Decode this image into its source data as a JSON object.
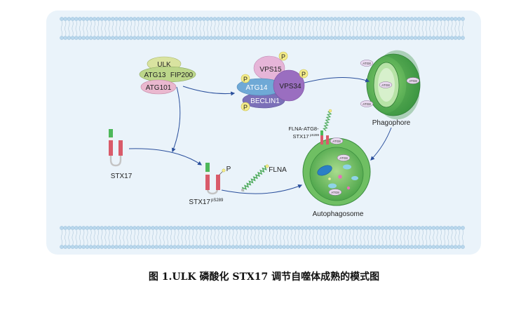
{
  "diagram": {
    "ulk_complex": {
      "ulk": "ULK",
      "atg13": "ATG13",
      "fip200": "FIP200",
      "atg101": "ATG101"
    },
    "vps_complex": {
      "vps15": "VPS15",
      "atg14": "ATG14",
      "vps34": "VPS34",
      "beclin1": "BECLIN1",
      "phospho": "P"
    },
    "phagophore": {
      "label": "Phagophore",
      "atg8": "ATG8"
    },
    "autophagosome": {
      "label": "Autophagosome",
      "atg8": "ATG8"
    },
    "stx17": {
      "label": "STX17"
    },
    "stx17_phospho": {
      "label": "STX17",
      "superscript": "pS289",
      "phospho": "P"
    },
    "flna": {
      "label": "FLNA"
    },
    "flna_complex": {
      "line1": "FLNA-ATG8-",
      "line2": "STX17",
      "superscript": "pS289"
    }
  },
  "caption": "图 1.ULK 磷酸化 STX17 调节自噬体成熟的模式图",
  "colors": {
    "panel": "#eaf3fa",
    "membrane_head": "#b9d7ec",
    "ulk": "#d9e3a0",
    "atg13_fip200": "#bcd68a",
    "atg101": "#eab8cf",
    "vps15": "#e6b5d8",
    "atg14": "#6fa9d6",
    "vps34": "#9a6ec0",
    "beclin1": "#7b70b8",
    "phospho": "#f4ec8a",
    "phagophore_outer": "#5cb85a",
    "phagophore_inner": "#2f8a3d",
    "autophagosome": "#7dc86f",
    "arrow": "#2a4f9c"
  }
}
